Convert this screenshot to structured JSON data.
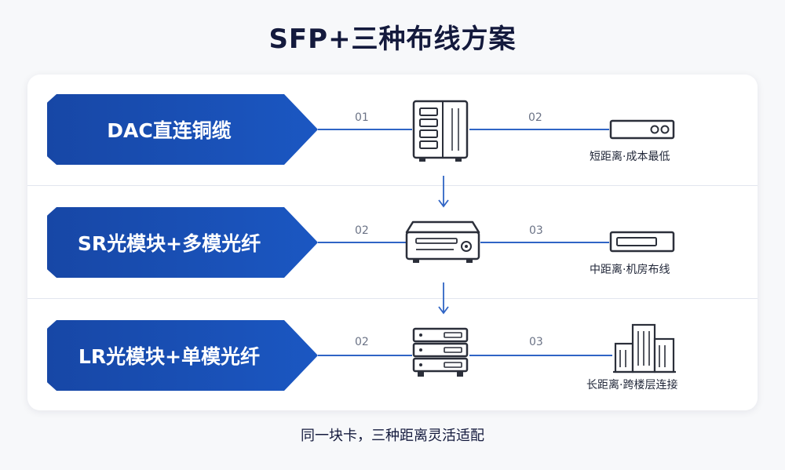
{
  "title": "SFP+三种布线方案",
  "rows": [
    {
      "label": "DAC直连铜缆",
      "step_left": "01",
      "step_right": "02",
      "caption": "短距离·成本最低",
      "device_icon": "server-cabinet-icon",
      "end_icon": "network-switch-icon"
    },
    {
      "label": "SR光模块+多模光纤",
      "step_left": "02",
      "step_right": "03",
      "caption": "中距离·机房布线",
      "device_icon": "network-appliance-icon",
      "end_icon": "network-switch-icon"
    },
    {
      "label": "LR光模块+单模光纤",
      "step_left": "02",
      "step_right": "03",
      "caption": "长距离·跨楼层连接",
      "device_icon": "server-rack-icon",
      "end_icon": "buildings-icon"
    }
  ],
  "footer": "同一块卡，三种距离灵活适配",
  "colors": {
    "accent": "#1b57c2",
    "line": "#2f64c5",
    "title": "#141a3d",
    "icon_stroke": "#2b2f3a"
  }
}
